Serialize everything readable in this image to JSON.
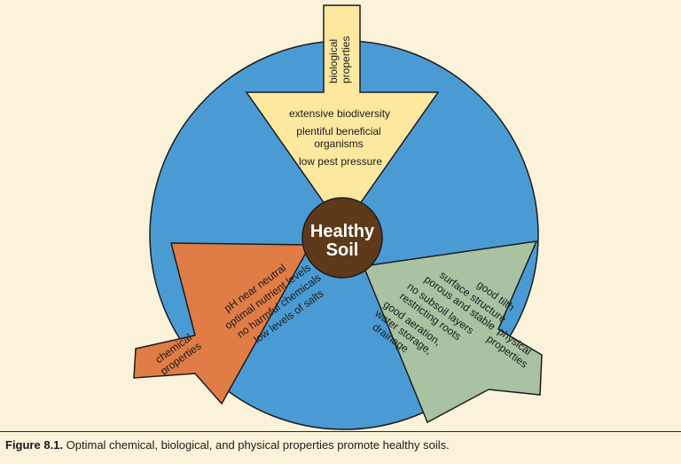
{
  "center": {
    "line1": "Healthy",
    "line2": "Soil"
  },
  "biological": {
    "label_line1": "biological",
    "label_line2": "properties",
    "items": [
      "extensive biodiversity",
      "plentiful beneficial",
      "organisms",
      "low pest pressure"
    ]
  },
  "chemical": {
    "label_line1": "chemical",
    "label_line2": "properties",
    "items": [
      "pH near neutral",
      "optimal nutrient levels",
      "no harmful chemicals",
      "low levels of salts"
    ]
  },
  "physical": {
    "label_line1": "physical",
    "label_line2": "properties",
    "items": [
      "good tilth",
      "surface structure",
      "porous and stable",
      "no subsoil layers",
      "restricting roots",
      "good aeration,",
      "water storage,",
      "drainage"
    ]
  },
  "caption": {
    "label": "Figure 8.1.",
    "text": " Optimal chemical, biological, and physical properties promote healthy soils."
  },
  "colors": {
    "circle": "#4a9bd4",
    "biological": "#fde8a0",
    "chemical": "#e07c45",
    "physical": "#a8c2a2",
    "center": "#5e3a1a",
    "outline": "#1c1c1c"
  }
}
